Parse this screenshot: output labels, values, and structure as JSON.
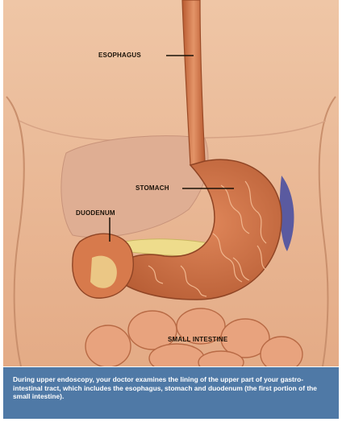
{
  "labels": {
    "esophagus": "ESOPHAGUS",
    "stomach": "STOMACH",
    "duodenum": "DUODENUM",
    "small_intestine": "SMALL INTESTINE"
  },
  "caption": "During upper endoscopy, your doctor examines the lining of the upper part of your gastro-intestinal tract, which includes the esophagus, stomach and duodenum (the first portion of the small intestine).",
  "colors": {
    "background": "#e9bb9a",
    "caption_bar": "#4f79a6",
    "organ": "#c96b3e",
    "spleen": "#5a5aa0",
    "pancreas": "#eedc8c"
  }
}
